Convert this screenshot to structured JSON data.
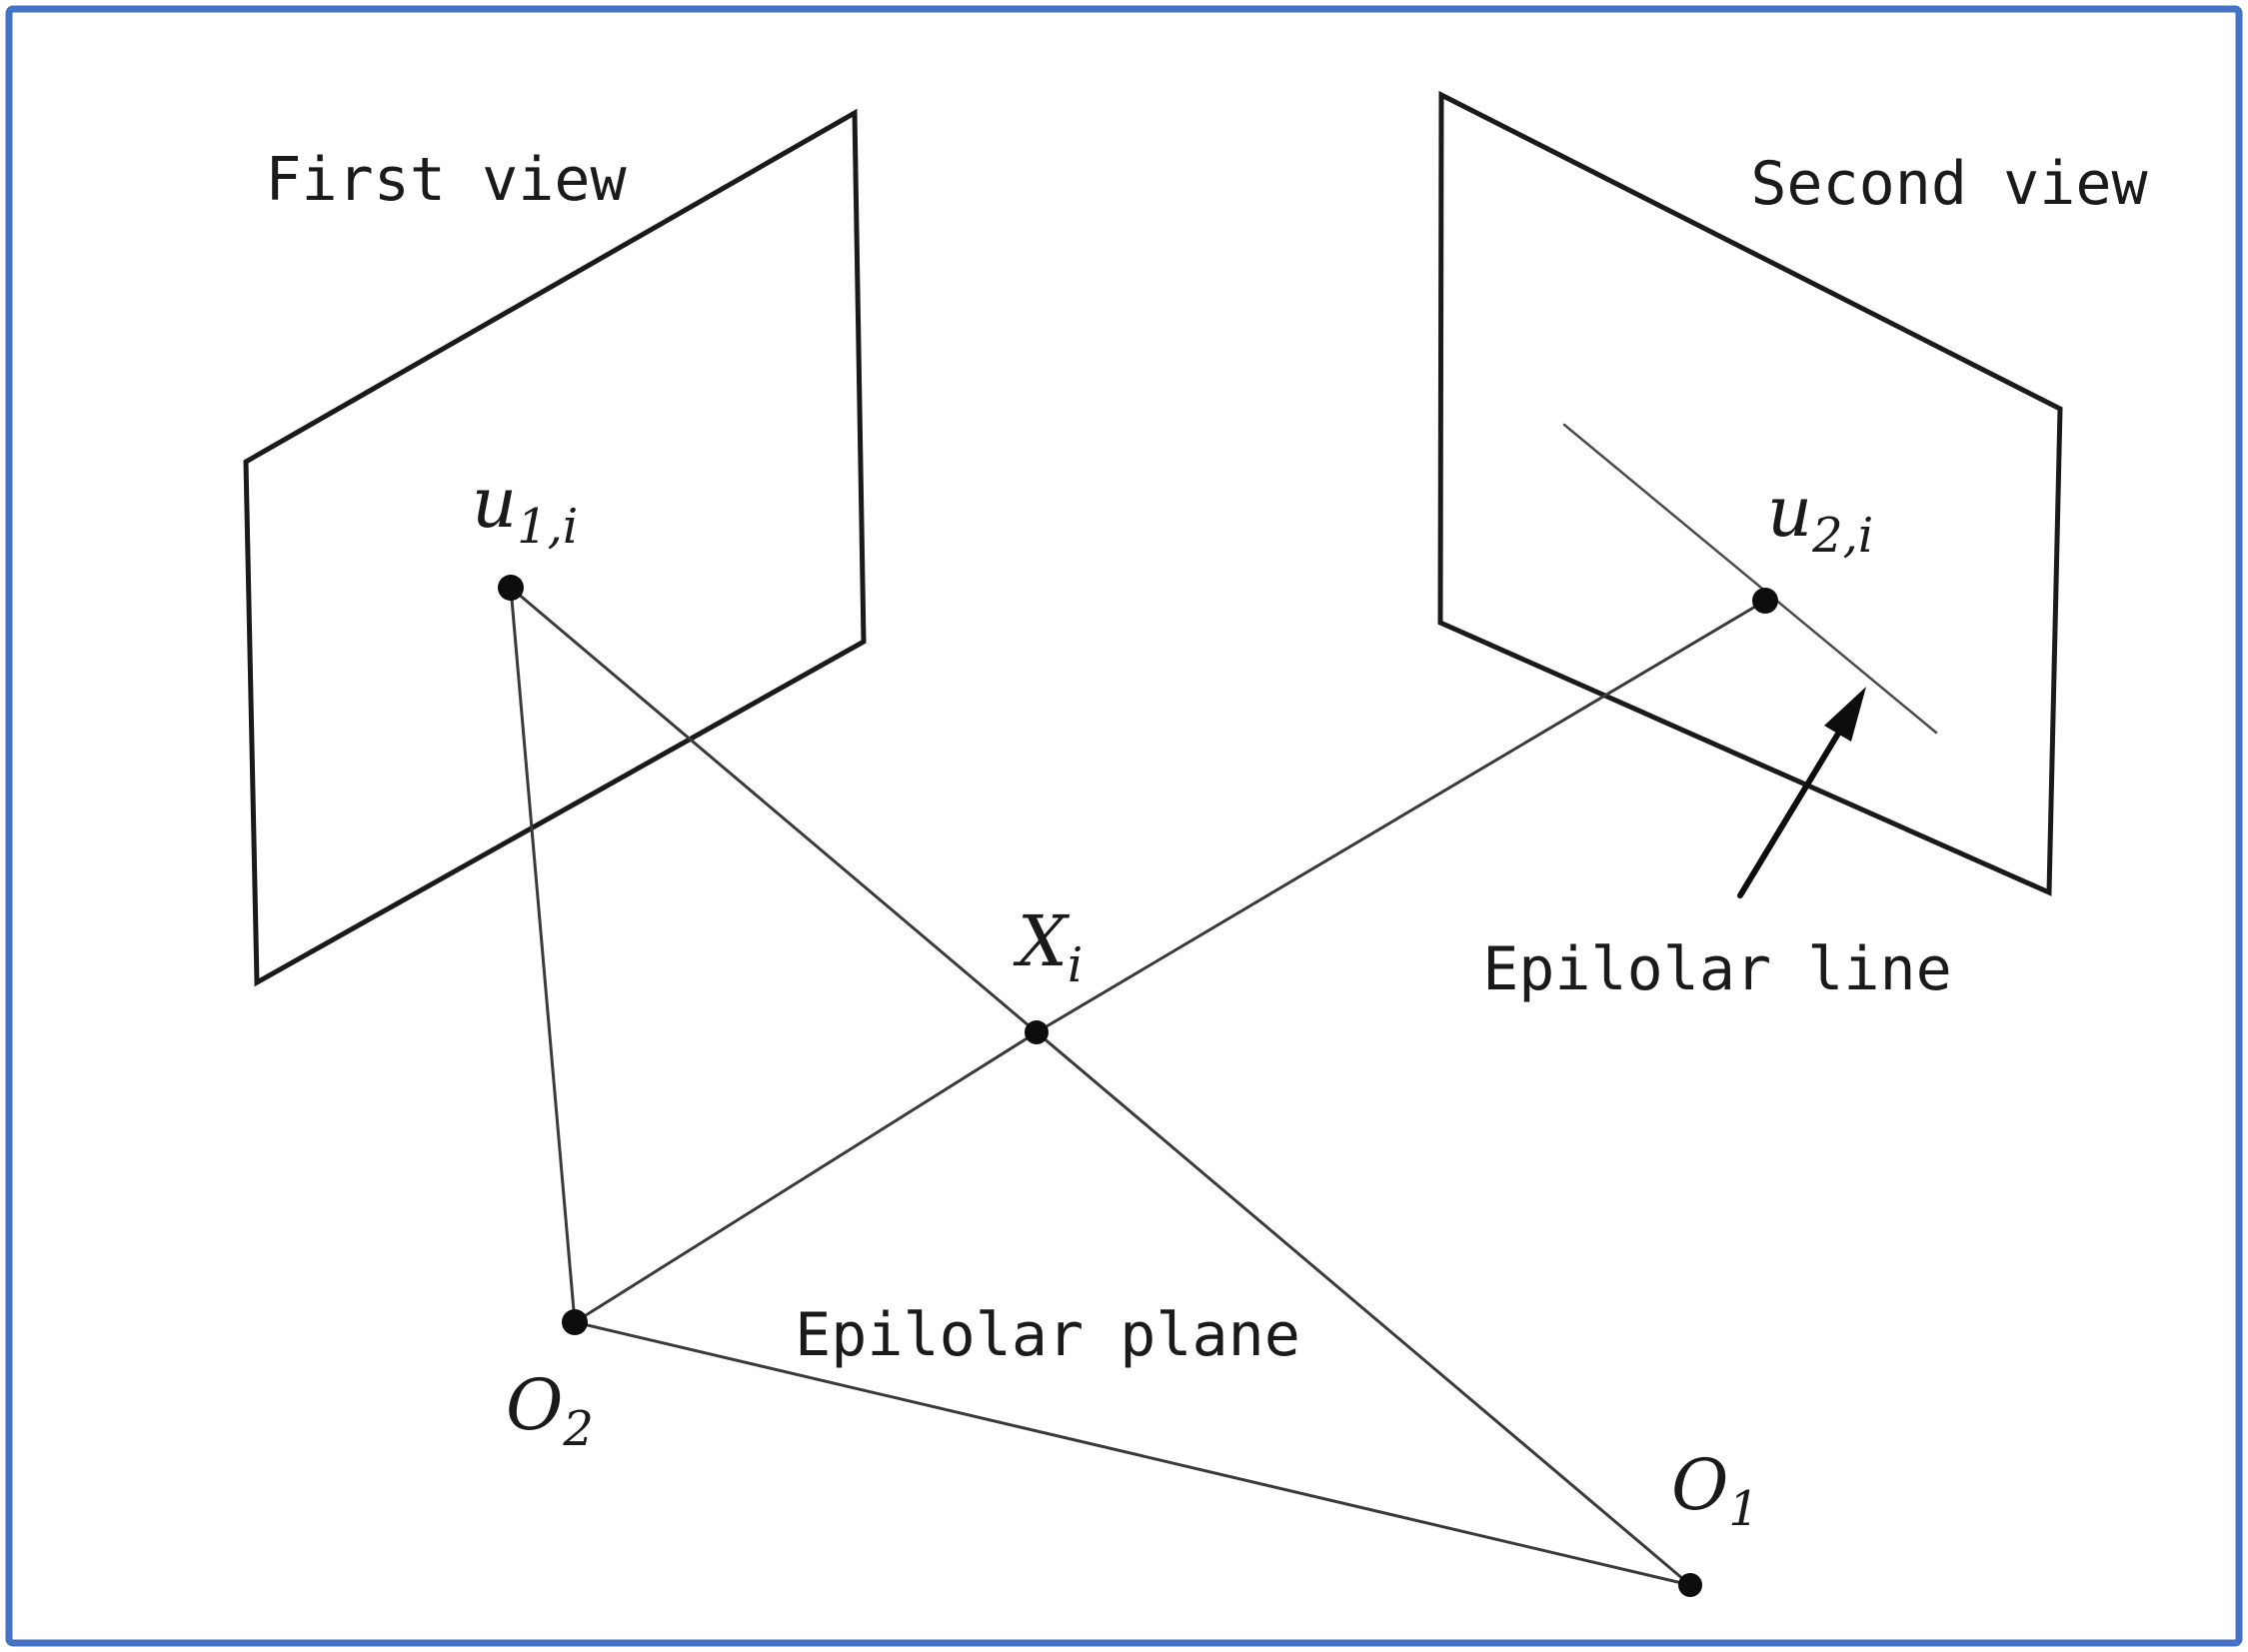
{
  "colors": {
    "border": "#4472c4",
    "ink": "#1a1a1a",
    "thin_line": "#3a3a3a",
    "background": "#ffffff"
  },
  "views": {
    "first": "First view",
    "second": "Second view"
  },
  "points": {
    "u1": {
      "base": "u",
      "sub": "1,i"
    },
    "u2": {
      "base": "u",
      "sub": "2,i"
    },
    "x": {
      "base": "X",
      "sub": "i"
    },
    "o1": {
      "base": "O",
      "sub": "1"
    },
    "o2": {
      "base": "O",
      "sub": "2"
    }
  },
  "annotations": {
    "epipolar_line": "Epilolar line",
    "epipolar_plane": "Epilolar plane"
  }
}
